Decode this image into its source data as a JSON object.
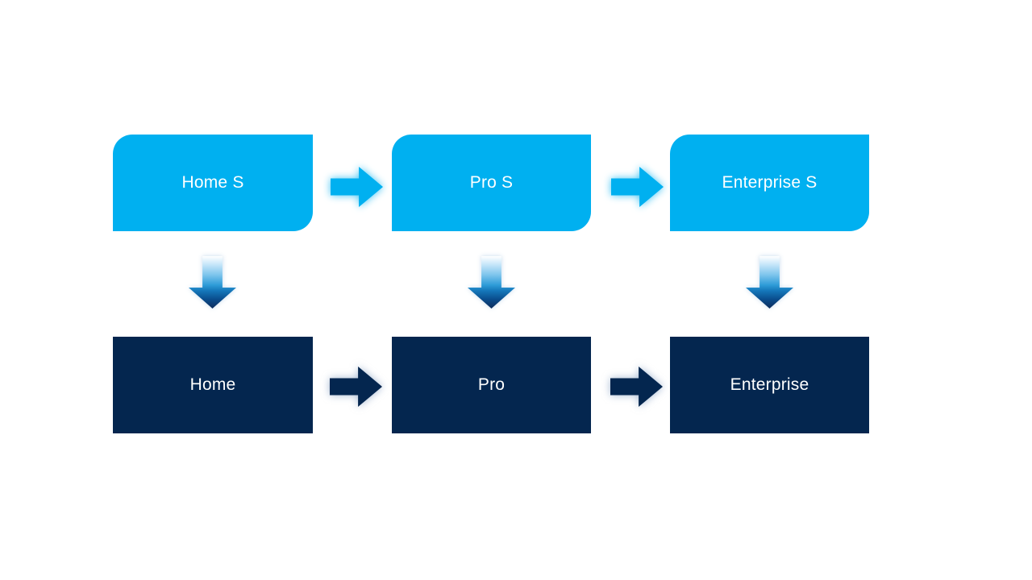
{
  "colors": {
    "background": "#FFFFFF",
    "light_blue": "#00B0F0",
    "dark_navy": "#04264F",
    "label_text": "#FFFFFF",
    "down_gradient_top": "#FFFFFF",
    "down_gradient_mid": "#2F9CD8",
    "down_gradient_bottom": "#0E2D5C"
  },
  "diagram": {
    "type": "flow",
    "rows": 2,
    "columns": [
      {
        "top_label": "Home S",
        "bottom_label": "Home"
      },
      {
        "top_label": "Pro S",
        "bottom_label": "Pro"
      },
      {
        "top_label": "Enterprise S",
        "bottom_label": "Enterprise"
      }
    ],
    "top_row_connector": "right-arrow",
    "bottom_row_connector": "right-arrow",
    "row_connector": "down-arrow"
  }
}
